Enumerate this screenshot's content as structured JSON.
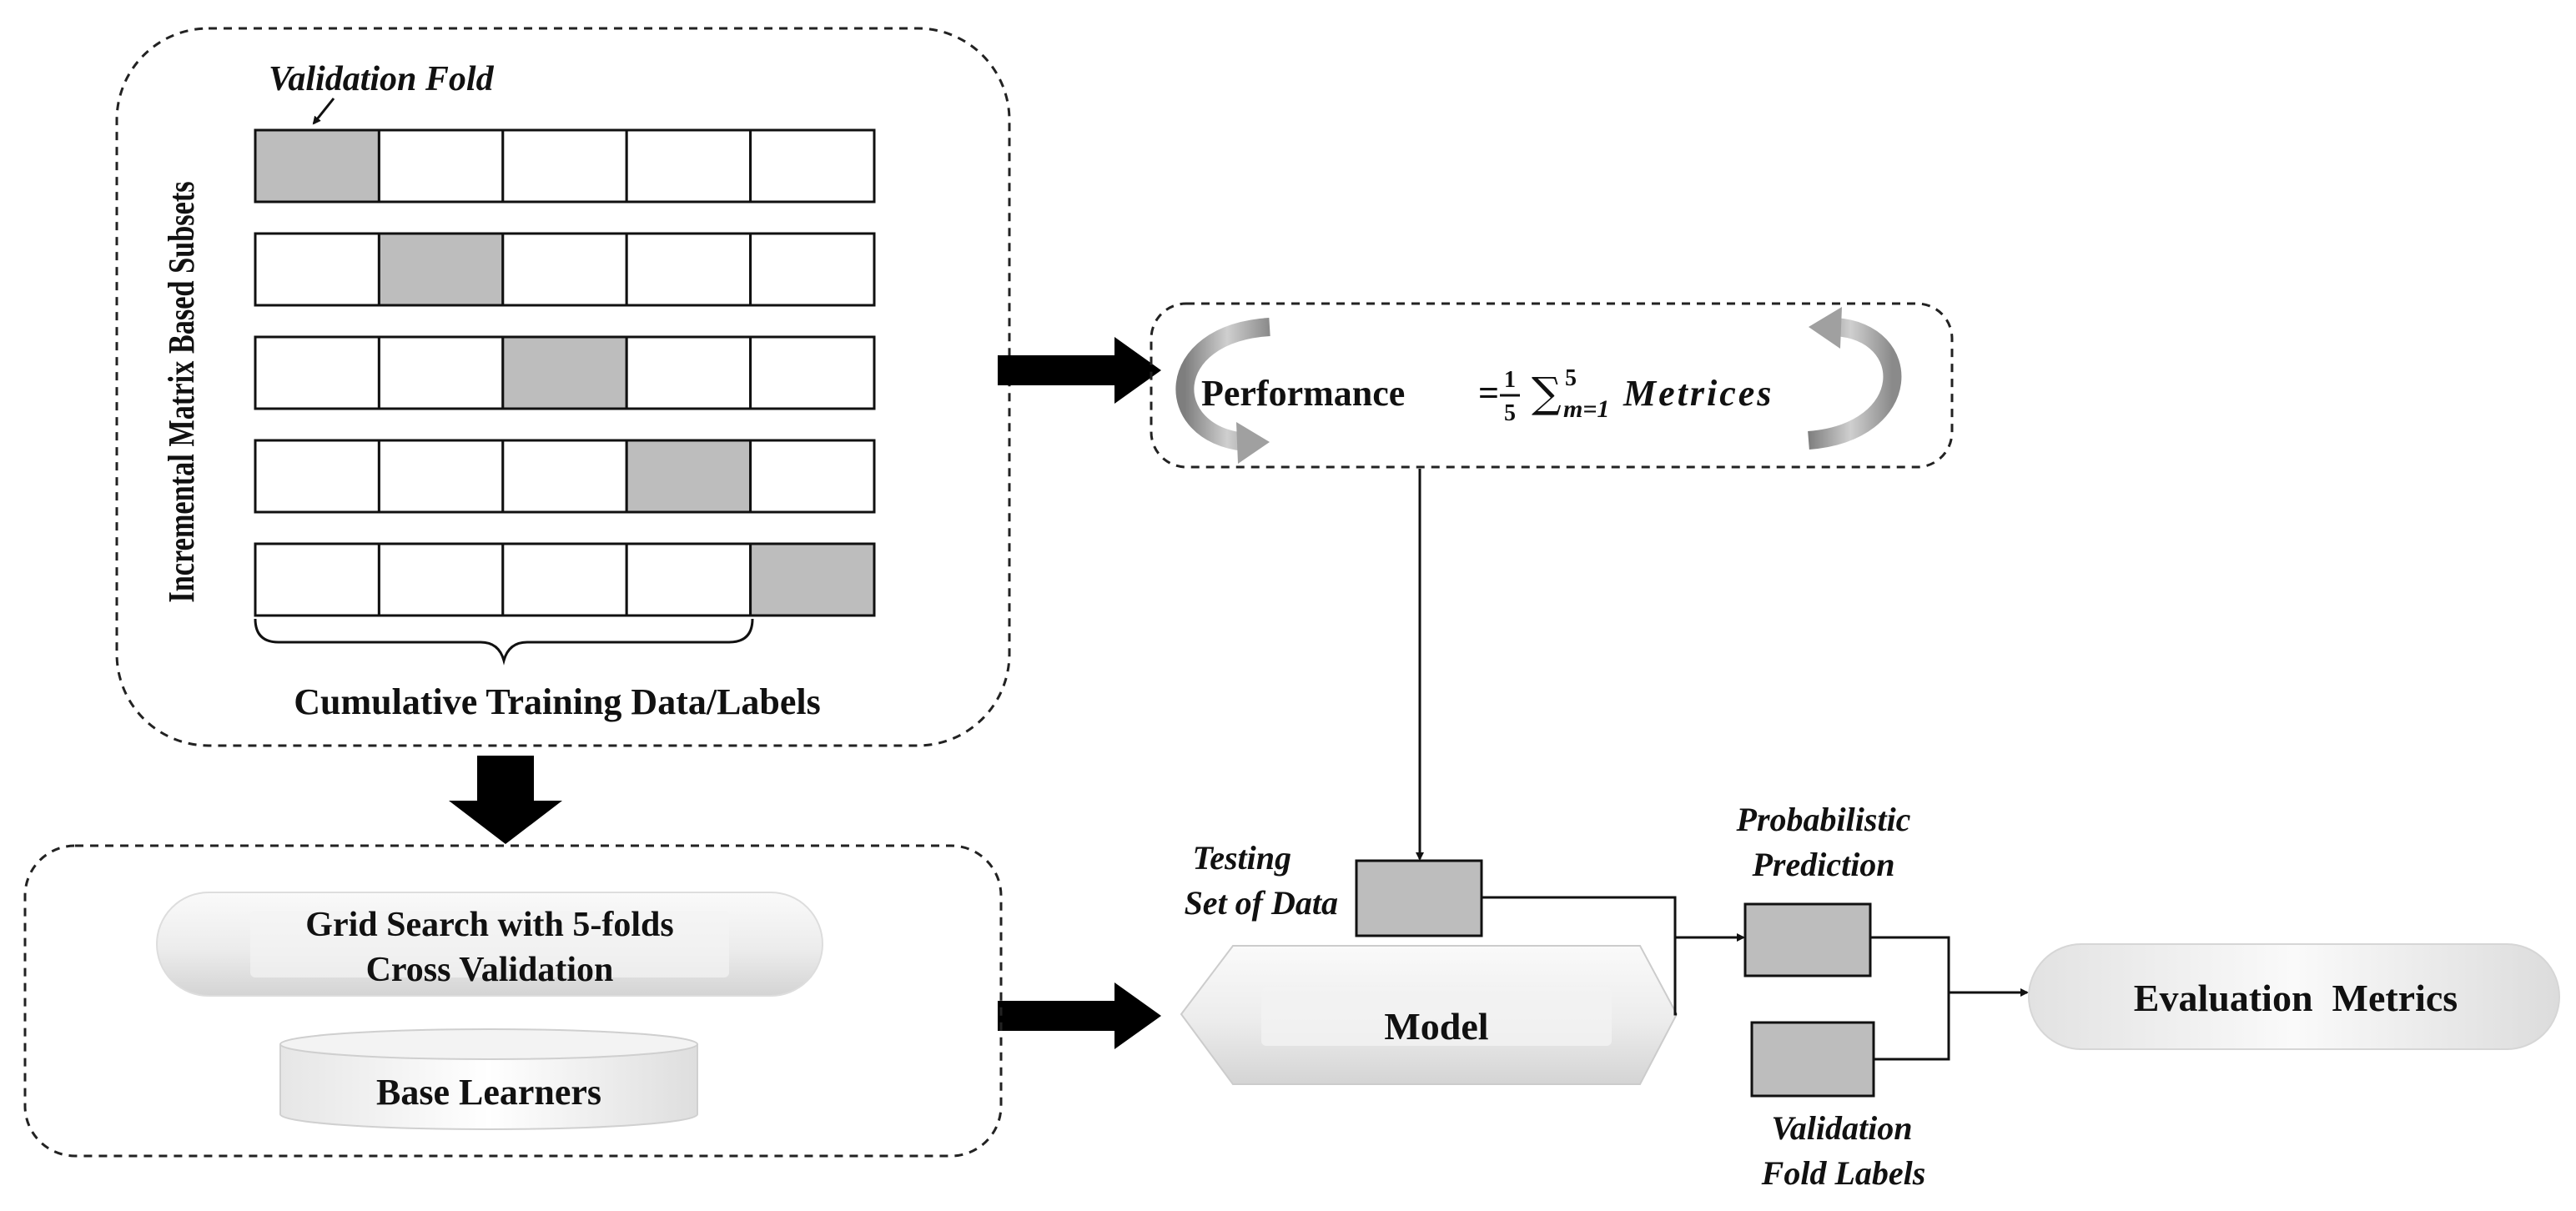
{
  "diagram": {
    "validation_fold_label": "Validation Fold",
    "vertical_label": "Incremental Matrix Based Subsets",
    "cumulative_label": "Cumulative Training Data/Labels",
    "fold_grid": {
      "rows": 5,
      "cols": 5,
      "highlighted_col_per_row": [
        0,
        1,
        2,
        3,
        4
      ]
    },
    "performance": {
      "prefix": "Performance",
      "equals": "=",
      "frac_num": "1",
      "frac_den": "5",
      "sigma": "∑",
      "sum_upper": "5",
      "sum_lower": "m=1",
      "word": "Metrices"
    },
    "grid_search_line1": "Grid Search with 5-folds",
    "grid_search_line2": "Cross Validation",
    "base_learners": "Base Learners",
    "testing_line1": "Testing",
    "testing_line2": "Set of Data",
    "model": "Model",
    "prob_line1": "Probabilistic",
    "prob_line2": "Prediction",
    "valfold_line1": "Validation",
    "valfold_line2": "Fold Labels",
    "evaluation": "Evaluation  Metrics"
  },
  "colors": {
    "highlight_cell": "#bdbdbd",
    "empty_cell": "#ffffff",
    "border": "#111111",
    "pill_light": "#ffffff",
    "pill_dark": "#d8d8d8",
    "arrow": "#000000",
    "cycle_arrow": "#9a9a9a"
  }
}
